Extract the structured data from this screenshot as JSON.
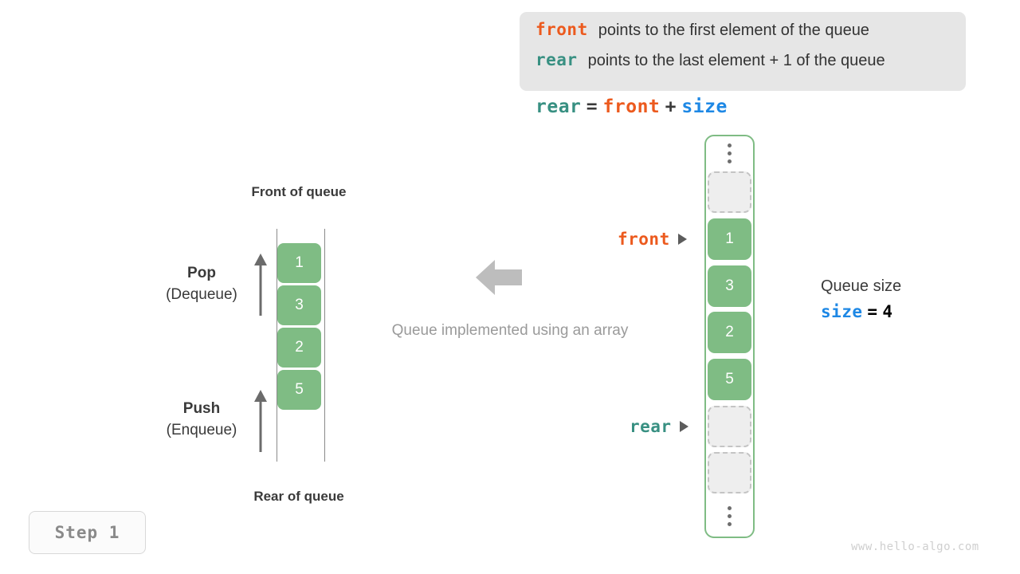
{
  "legend": {
    "lines": [
      {
        "keyword": "front",
        "keyword_color": "#ec5a1e",
        "text": "points to the first element of the queue"
      },
      {
        "keyword": "rear",
        "keyword_color": "#389082",
        "text": "points to the last element + 1 of the queue"
      }
    ]
  },
  "formula": {
    "lhs": "rear",
    "eq": "=",
    "rhs1": "front",
    "plus": "+",
    "rhs2": "size"
  },
  "left_queue": {
    "top_label": "Front of queue",
    "bottom_label": "Rear of queue",
    "cells": [
      "1",
      "3",
      "2",
      "5"
    ],
    "operations": [
      {
        "name": "Pop",
        "alt": "(Dequeue)"
      },
      {
        "name": "Push",
        "alt": "(Enqueue)"
      }
    ]
  },
  "middle": {
    "caption": "Queue implemented using an array",
    "arrow_direction": "left",
    "arrow_color": "#bdbdbd"
  },
  "array": {
    "top_ellipsis": "⋮",
    "bottom_ellipsis": "⋮",
    "slots": [
      {
        "type": "empty",
        "value": ""
      },
      {
        "type": "filled",
        "value": "1"
      },
      {
        "type": "filled",
        "value": "3"
      },
      {
        "type": "filled",
        "value": "2"
      },
      {
        "type": "filled",
        "value": "5"
      },
      {
        "type": "empty",
        "value": ""
      },
      {
        "type": "empty",
        "value": ""
      }
    ],
    "pointers": [
      {
        "name": "front",
        "color": "#ec5a1e",
        "target_value": "1"
      },
      {
        "name": "rear",
        "color": "#389082",
        "target_value": ""
      }
    ],
    "border_color": "#7fbc84",
    "fill_color": "#7fbc84"
  },
  "size_info": {
    "title": "Queue size",
    "var": "size",
    "eq": "=",
    "value": "4"
  },
  "step_badge": "Step 1",
  "watermark": "www.hello-algo.com"
}
